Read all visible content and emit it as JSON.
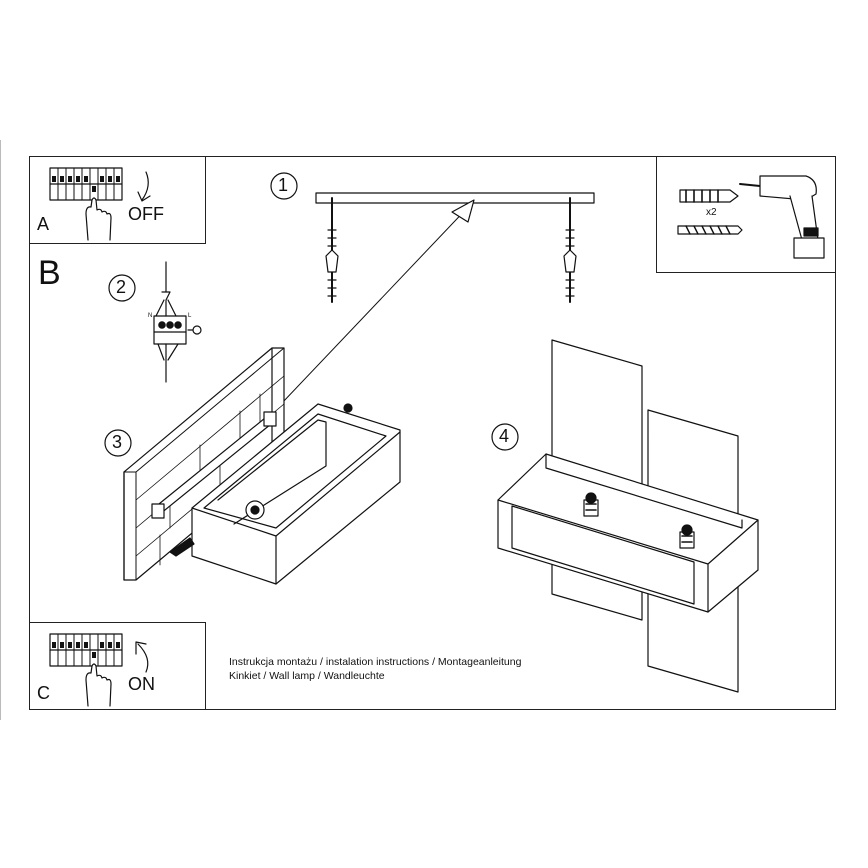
{
  "step_labels": {
    "a": "A",
    "b": "B",
    "c": "C"
  },
  "switch_labels": {
    "off": "OFF",
    "on": "ON"
  },
  "steps": [
    "1",
    "2",
    "3",
    "4"
  ],
  "screw_count": "x2",
  "caption": {
    "line1": "Instrukcja montażu / instalation instructions / Montageanleitung",
    "line2": "Kinkiet / Wall lamp / Wandleuchte"
  },
  "wiring_labels": {
    "n": "N",
    "l": "L"
  }
}
